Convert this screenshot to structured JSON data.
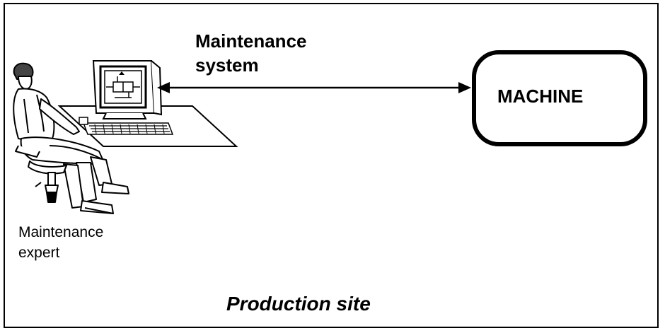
{
  "title": "Production site",
  "nodes": {
    "system": {
      "label_line1": "Maintenance",
      "label_line2": "system"
    },
    "machine": {
      "label": "MACHINE"
    },
    "expert": {
      "label_line1": "Maintenance",
      "label_line2": "expert"
    }
  },
  "connection": {
    "from": "system",
    "to": "machine",
    "direction": "bidirectional"
  },
  "colors": {
    "stroke": "#000000",
    "background": "#ffffff"
  },
  "icons": [
    "computer-workstation-icon",
    "seated-person-icon"
  ]
}
